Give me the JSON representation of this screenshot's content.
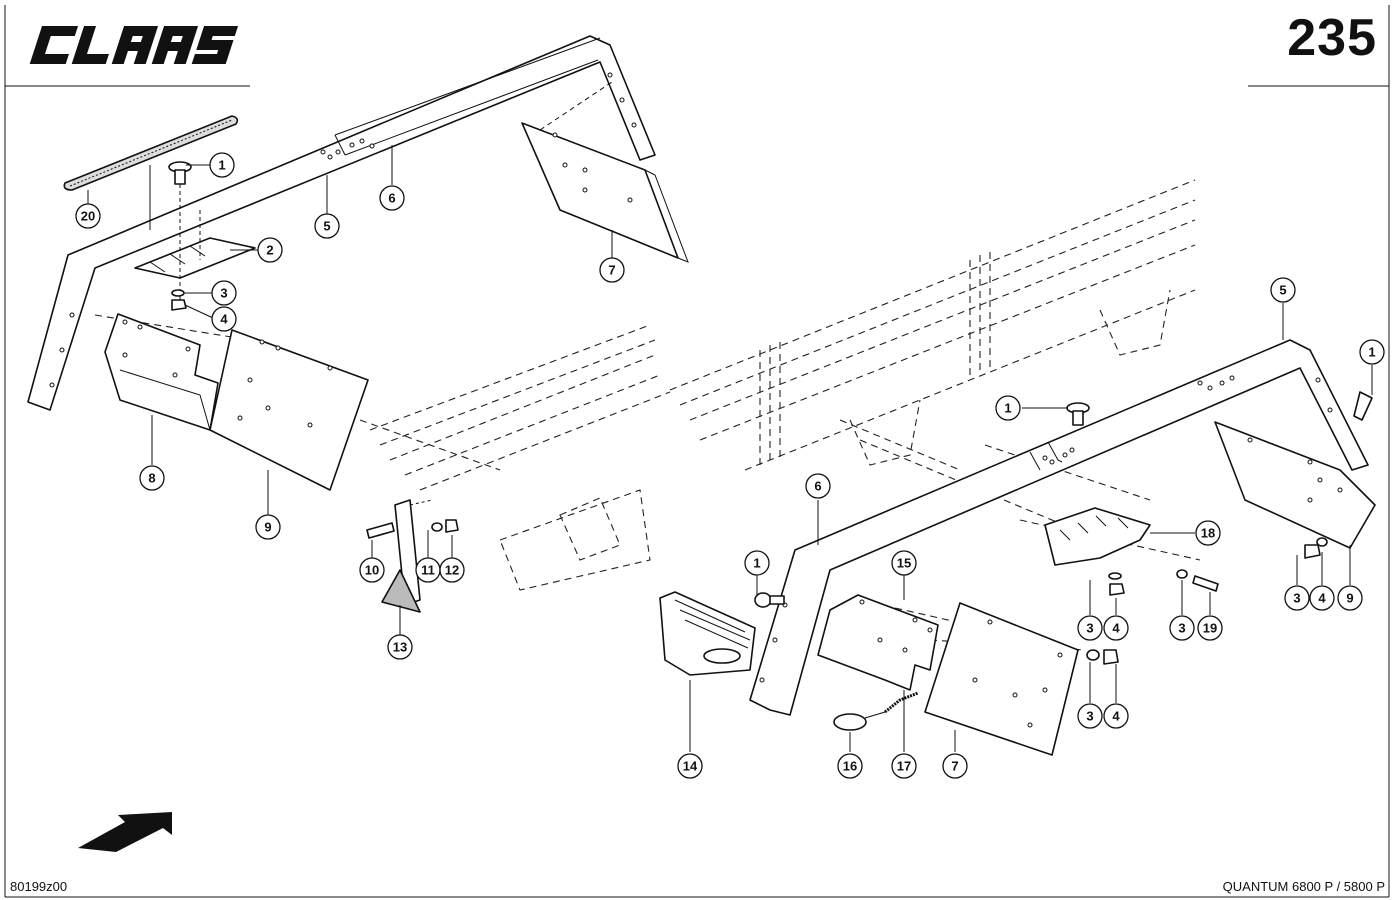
{
  "header": {
    "brand": "CLAAS",
    "page_number": "235"
  },
  "footer": {
    "document_id": "80199z00",
    "model": "QUANTUM 6800 P / 5800 P"
  },
  "callouts": [
    {
      "id": "c1a",
      "label": "1"
    },
    {
      "id": "c2",
      "label": "2"
    },
    {
      "id": "c3a",
      "label": "3"
    },
    {
      "id": "c4a",
      "label": "4"
    },
    {
      "id": "c5a",
      "label": "5"
    },
    {
      "id": "c6a",
      "label": "6"
    },
    {
      "id": "c7a",
      "label": "7"
    },
    {
      "id": "c8",
      "label": "8"
    },
    {
      "id": "c9a",
      "label": "9"
    },
    {
      "id": "c20",
      "label": "20"
    },
    {
      "id": "c10",
      "label": "10"
    },
    {
      "id": "c11",
      "label": "11"
    },
    {
      "id": "c12",
      "label": "12"
    },
    {
      "id": "c13",
      "label": "13"
    },
    {
      "id": "c14",
      "label": "14"
    },
    {
      "id": "c1b",
      "label": "1"
    },
    {
      "id": "c6b",
      "label": "6"
    },
    {
      "id": "c15",
      "label": "15"
    },
    {
      "id": "c16",
      "label": "16"
    },
    {
      "id": "c17",
      "label": "17"
    },
    {
      "id": "c7b",
      "label": "7"
    },
    {
      "id": "c3b",
      "label": "3"
    },
    {
      "id": "c4b",
      "label": "4"
    },
    {
      "id": "c3c",
      "label": "3"
    },
    {
      "id": "c4c",
      "label": "4"
    },
    {
      "id": "c3d",
      "label": "3"
    },
    {
      "id": "c19",
      "label": "19"
    },
    {
      "id": "c18",
      "label": "18"
    },
    {
      "id": "c1c",
      "label": "1"
    },
    {
      "id": "c5b",
      "label": "5"
    },
    {
      "id": "c1d",
      "label": "1"
    },
    {
      "id": "c3e",
      "label": "3"
    },
    {
      "id": "c4d",
      "label": "4"
    },
    {
      "id": "c9b",
      "label": "9"
    }
  ]
}
